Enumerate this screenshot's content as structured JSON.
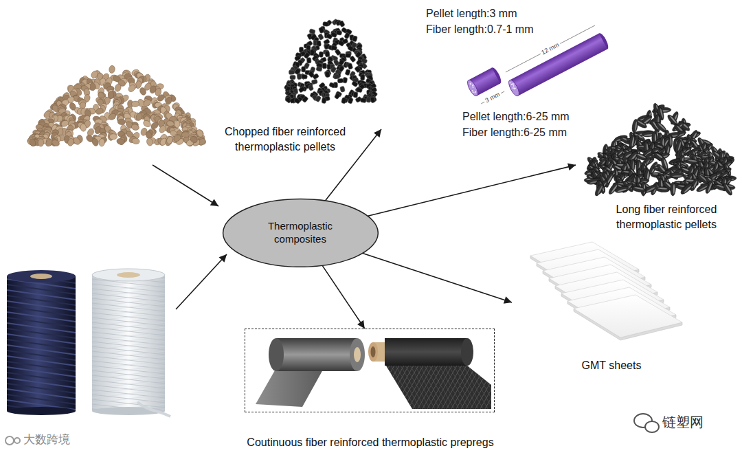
{
  "diagram": {
    "nodes": [
      {
        "text": [
          "Chopped fiber reinforced thermoplastic pellets"
        ]
      },
      {
        "text": [
          "Long fiber reinforced thermoplastic pellets"
        ]
      },
      {
        "text": [
          "Thermoplastic composites"
        ]
      },
      {
        "text": [
          "GMT sheets"
        ]
      },
      {
        "text": [
          "Coutinuous fiber reinforced thermoplastic prepregs"
        ]
      }
    ],
    "edges": [
      {
        "from": 2,
        "to": 0,
        "arrow": "to"
      },
      {
        "from": 2,
        "to": 1,
        "arrow": "to"
      },
      {
        "from": 2,
        "to": 3,
        "arrow": "to"
      },
      {
        "from": 2,
        "to": 4,
        "arrow": "to"
      }
    ],
    "labels": [
      "Pellet length:3 mm",
      "Fiber length:0.7-1 mm",
      "3 mm",
      "12 mm",
      "Pellet length:6-25 mm",
      "Fiber length:6-25 mm",
      "大数跨境",
      "链塑网"
    ]
  }
}
